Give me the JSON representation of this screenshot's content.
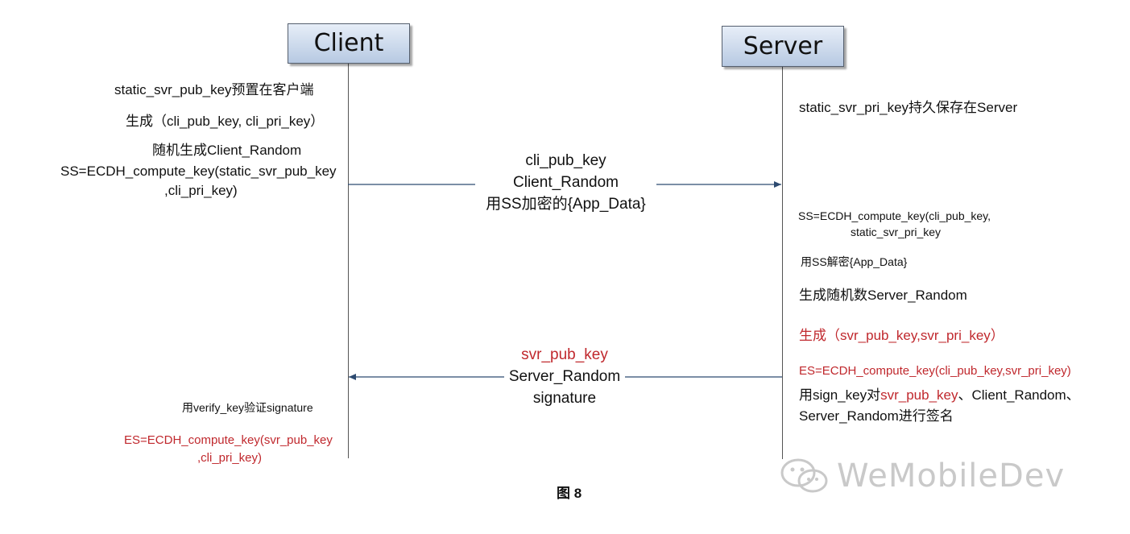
{
  "actors": {
    "client": "Client",
    "server": "Server"
  },
  "client_notes": {
    "n1": "static_svr_pub_key预置在客户端",
    "n2": "生成（cli_pub_key, cli_pri_key）",
    "n3": "随机生成Client_Random",
    "n4a": "SS=ECDH_compute_key(static_svr_pub_key",
    "n4b": ",cli_pri_key)",
    "n5": "用verify_key验证signature",
    "n6a": "ES=ECDH_compute_key(svr_pub_key",
    "n6b": ",cli_pri_key)"
  },
  "server_notes": {
    "n1": "static_svr_pri_key持久保存在Server",
    "n2a": "SS=ECDH_compute_key(cli_pub_key,",
    "n2b": "static_svr_pri_key",
    "n3": "用SS解密{App_Data}",
    "n4": "生成随机数Server_Random",
    "n5": "生成（svr_pub_key,svr_pri_key）",
    "n6": "ES=ECDH_compute_key(cli_pub_key,svr_pri_key)",
    "n7_prefix": "用sign_key对",
    "n7_red": "svr_pub_key",
    "n7_suffix": "、Client_Random、",
    "n8": "Server_Random进行签名"
  },
  "messages": {
    "m1": {
      "line1": "cli_pub_key",
      "line2": "Client_Random",
      "line3": "用SS加密的{App_Data}"
    },
    "m2": {
      "line1": "svr_pub_key",
      "line2": "Server_Random",
      "line3": "signature"
    }
  },
  "caption": "图 8",
  "watermark": "WeMobileDev",
  "colors": {
    "highlight_red": "#c0282d",
    "actor_fill": "#b7c9e2",
    "arrow": "#2c4a70"
  }
}
